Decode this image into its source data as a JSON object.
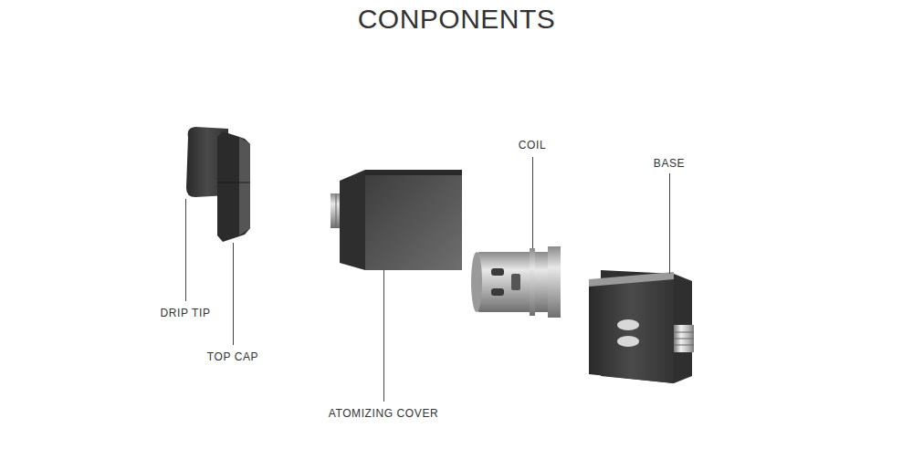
{
  "diagram": {
    "title": "CONPONENTS",
    "labels": [
      "DRIP TIP",
      "TOP CAP",
      "ATOMIZING COVER",
      "COIL",
      "BASE"
    ]
  }
}
